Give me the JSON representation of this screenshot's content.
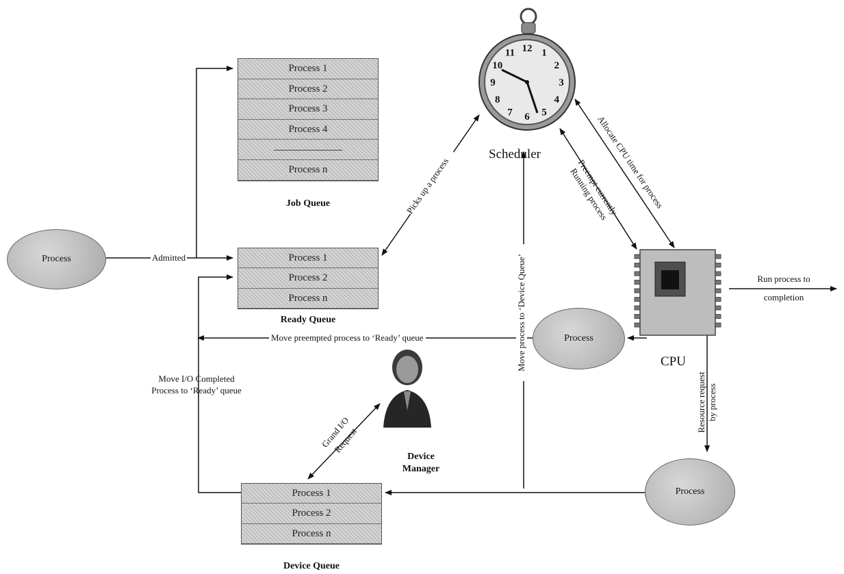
{
  "job_queue": {
    "title": "Job Queue",
    "items": [
      "Process 1",
      "Process 2",
      "Process 3",
      "Process 4",
      "",
      "Process n"
    ]
  },
  "ready_queue": {
    "title": "Ready Queue",
    "items": [
      "Process 1",
      "Process 2",
      "Process n"
    ]
  },
  "device_queue": {
    "title": "Device Queue",
    "items": [
      "Process 1",
      "Process 2",
      "Process n"
    ]
  },
  "nodes": {
    "new_process": "Process",
    "cpu_process": "Process",
    "io_process": "Process",
    "scheduler": "Scheduler",
    "cpu": "CPU",
    "device_manager_line1": "Device",
    "device_manager_line2": "Manager"
  },
  "edges": {
    "admitted": "Admitted",
    "picks_up": "Picks up a process",
    "allocate_cpu": "Allocate CPU time for process",
    "preempt_line1": "Preempt currently",
    "preempt_line2": "Running process",
    "run_to_completion_line1": "Run process to",
    "run_to_completion_line2": "completion",
    "move_preempted": "Move preempted process to ‘Ready’ queue",
    "move_to_device": "Move process to ‘Device Queue’",
    "io_completed_line1": "Move I/O Completed",
    "io_completed_line2": "Process to ‘Ready’ queue",
    "resource_request_line1": "Resource request",
    "resource_request_line2": "by process",
    "grand_io_line1": "Grand I/O",
    "grand_io_line2": "Request"
  },
  "clock": {
    "numerals": [
      "12",
      "1",
      "2",
      "3",
      "4",
      "5",
      "6",
      "7",
      "8",
      "9",
      "10",
      "11"
    ]
  }
}
